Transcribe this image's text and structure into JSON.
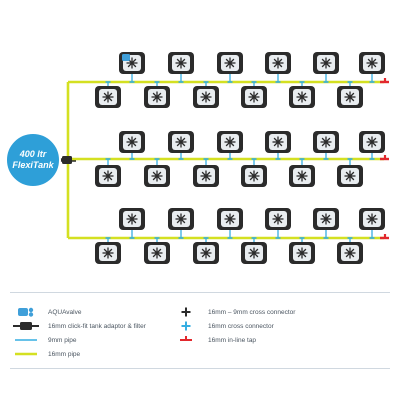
{
  "tank": {
    "label_line1": "400 ltr",
    "label_line2": "FlexiTank",
    "color": "#2e9fd8"
  },
  "colors": {
    "pipe_16mm": "#d4e021",
    "pipe_9mm": "#35aee2",
    "pot": "#2b2b2b",
    "valve": "#3f9fd9",
    "tap": "#e2282d"
  },
  "system": {
    "branches": 3,
    "pots_per_row": 6,
    "rows_per_branch": 2,
    "total_pots": 36
  },
  "legend": {
    "left": [
      {
        "icon": "aquavalve-icon",
        "label": "AQUAvalve"
      },
      {
        "icon": "tank-adaptor-filter-icon",
        "label": "16mm click-fit tank adaptor & filter"
      },
      {
        "icon": "pipe-9mm-icon",
        "label": "9mm pipe"
      },
      {
        "icon": "pipe-16mm-icon",
        "label": "16mm pipe"
      }
    ],
    "right": [
      {
        "icon": "cross-connector-16-9-icon",
        "label": "16mm – 9mm cross connector"
      },
      {
        "icon": "cross-connector-16-icon",
        "label": "16mm cross connector"
      },
      {
        "icon": "inline-tap-icon",
        "label": "16mm in-line tap"
      }
    ]
  }
}
